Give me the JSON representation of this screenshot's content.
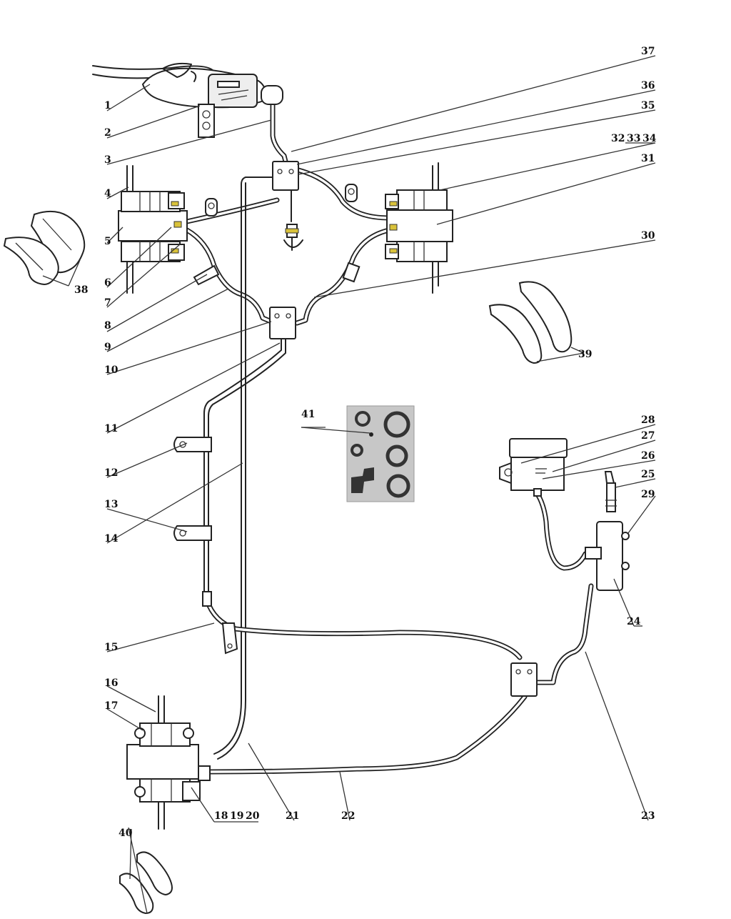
{
  "callouts": [
    "1",
    "2",
    "3",
    "4",
    "5",
    "6",
    "7",
    "8",
    "9",
    "10",
    "11",
    "12",
    "13",
    "14",
    "15",
    "16",
    "17",
    "18",
    "19",
    "20",
    "21",
    "22",
    "23",
    "24",
    "25",
    "26",
    "27",
    "28",
    "29",
    "30",
    "31",
    "32",
    "33",
    "34",
    "35",
    "36",
    "37",
    "38",
    "39",
    "40",
    "41"
  ]
}
